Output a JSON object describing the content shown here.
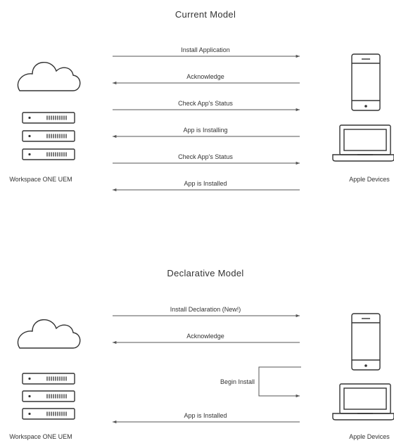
{
  "sections": [
    {
      "title": "Current Model",
      "left_label": "Workspace ONE UEM",
      "right_label": "Apple Devices",
      "messages": [
        {
          "label": "Install Application",
          "direction": "right"
        },
        {
          "label": "Acknowledge",
          "direction": "left"
        },
        {
          "label": "Check App's Status",
          "direction": "right"
        },
        {
          "label": "App is Installing",
          "direction": "left"
        },
        {
          "label": "Check App's Status",
          "direction": "right"
        },
        {
          "label": "App is Installed",
          "direction": "left"
        }
      ]
    },
    {
      "title": "Declarative Model",
      "left_label": "Workspace ONE UEM",
      "right_label": "Apple Devices",
      "messages": [
        {
          "label": "Install Declaration (New!)",
          "direction": "right"
        },
        {
          "label": "Acknowledge",
          "direction": "left"
        },
        {
          "label": "Begin Install",
          "direction": "self"
        },
        {
          "label": "App is Installed",
          "direction": "left"
        }
      ]
    }
  ],
  "icons": {
    "server": "server-rack-icon",
    "cloud": "cloud-icon",
    "phone": "smartphone-icon",
    "laptop": "laptop-icon"
  }
}
